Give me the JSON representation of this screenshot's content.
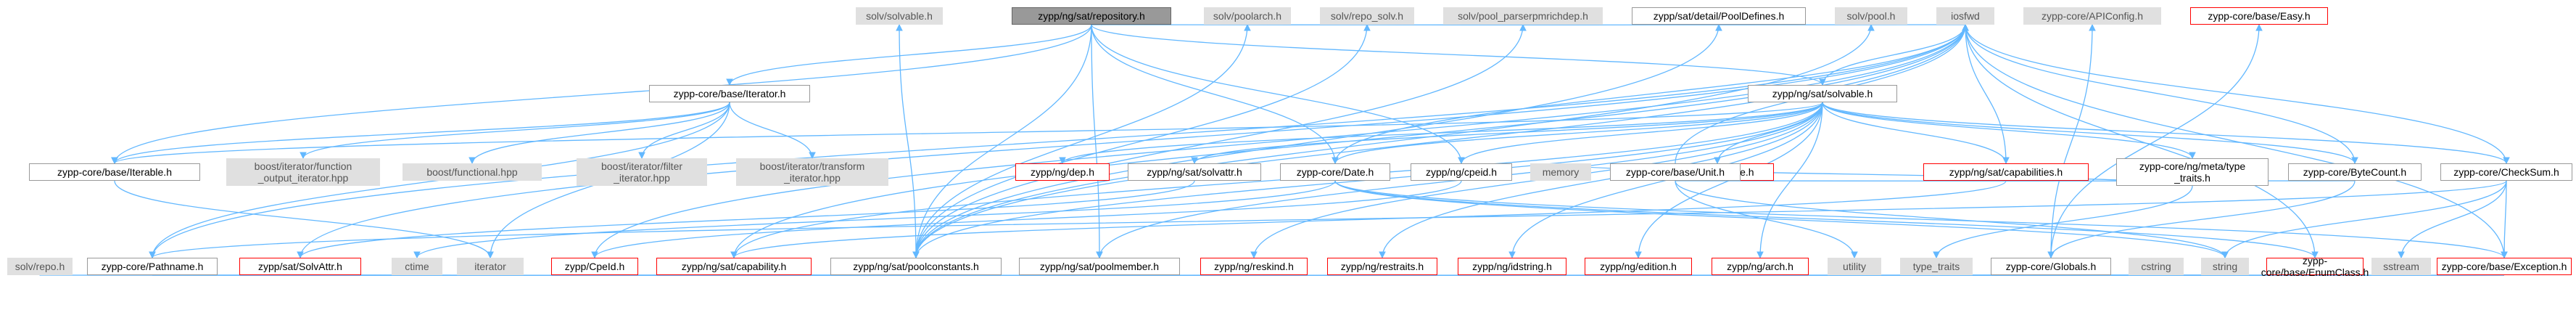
{
  "title": "zypp/ng/sat/repository.h",
  "nodes": [
    {
      "id": "root",
      "label": "zypp/ng/sat/repository.h",
      "kind": "root"
    },
    {
      "id": "iter",
      "label": "zypp-core/base/Iterator.h",
      "kind": "file"
    },
    {
      "id": "solv",
      "label": "zypp/ng/sat/solvable.h",
      "kind": "file"
    },
    {
      "id": "iterable",
      "label": "zypp-core/base/Iterable.h",
      "kind": "file"
    },
    {
      "id": "bif",
      "label": "boost/iterator/function\n_output_iterator.hpp",
      "kind": "ext"
    },
    {
      "id": "bfunc",
      "label": "boost/functional.hpp",
      "kind": "ext"
    },
    {
      "id": "bfilt",
      "label": "boost/iterator/filter\n_iterator.hpp",
      "kind": "ext"
    },
    {
      "id": "btrans",
      "label": "boost/iterator/transform\n_iterator.hpp",
      "kind": "ext"
    },
    {
      "id": "iterator",
      "label": "iterator",
      "kind": "ext"
    },
    {
      "id": "locale",
      "label": "zypp/ng/locale.h",
      "kind": "red"
    },
    {
      "id": "caps",
      "label": "zypp/ng/sat/capabilities.h",
      "kind": "red"
    },
    {
      "id": "metatype",
      "label": "zypp-core/ng/meta/type\n_traits.h",
      "kind": "file"
    },
    {
      "id": "bytecount",
      "label": "zypp-core/ByteCount.h",
      "kind": "file"
    },
    {
      "id": "checksum",
      "label": "zypp-core/CheckSum.h",
      "kind": "file"
    },
    {
      "id": "dep",
      "label": "zypp/ng/dep.h",
      "kind": "red"
    },
    {
      "id": "solvattr",
      "label": "zypp/ng/sat/solvattr.h",
      "kind": "file"
    },
    {
      "id": "date",
      "label": "zypp-core/Date.h",
      "kind": "file"
    },
    {
      "id": "cpeid",
      "label": "zypp/ng/cpeid.h",
      "kind": "file"
    },
    {
      "id": "memory",
      "label": "memory",
      "kind": "ext"
    },
    {
      "id": "unit",
      "label": "zypp-core/base/Unit.h",
      "kind": "file"
    },
    {
      "id": "sstream",
      "label": "sstream",
      "kind": "ext"
    },
    {
      "id": "exception",
      "label": "zypp-core/base/Exception.h",
      "kind": "red"
    },
    {
      "id": "pathname",
      "label": "zypp-core/Pathname.h",
      "kind": "file"
    },
    {
      "id": "satsolvattr",
      "label": "zypp/sat/SolvAttr.h",
      "kind": "red"
    },
    {
      "id": "ctime",
      "label": "ctime",
      "kind": "ext"
    },
    {
      "id": "cpeidh",
      "label": "zypp/CpeId.h",
      "kind": "red"
    },
    {
      "id": "capability",
      "label": "zypp/ng/sat/capability.h",
      "kind": "red"
    },
    {
      "id": "poolconst",
      "label": "zypp/ng/sat/poolconstants.h",
      "kind": "file"
    },
    {
      "id": "poolmember",
      "label": "zypp/ng/sat/poolmember.h",
      "kind": "file"
    },
    {
      "id": "reskind",
      "label": "zypp/ng/reskind.h",
      "kind": "red"
    },
    {
      "id": "restraits",
      "label": "zypp/ng/restraits.h",
      "kind": "red"
    },
    {
      "id": "idstring",
      "label": "zypp/ng/idstring.h",
      "kind": "red"
    },
    {
      "id": "edition",
      "label": "zypp/ng/edition.h",
      "kind": "red"
    },
    {
      "id": "arch",
      "label": "zypp/ng/arch.h",
      "kind": "red"
    },
    {
      "id": "utility",
      "label": "utility",
      "kind": "ext"
    },
    {
      "id": "typetraits",
      "label": "type_traits",
      "kind": "ext"
    },
    {
      "id": "globals",
      "label": "zypp-core/Globals.h",
      "kind": "file"
    },
    {
      "id": "cstring",
      "label": "cstring",
      "kind": "ext"
    },
    {
      "id": "string",
      "label": "string",
      "kind": "ext"
    },
    {
      "id": "enumclass",
      "label": "zypp-core/base/EnumClass.h",
      "kind": "red"
    },
    {
      "id": "solvrepo",
      "label": "solv/repo.h",
      "kind": "ext"
    },
    {
      "id": "solvsolvable",
      "label": "solv/solvable.h",
      "kind": "ext"
    },
    {
      "id": "poolarch",
      "label": "solv/poolarch.h",
      "kind": "ext"
    },
    {
      "id": "reposolv",
      "label": "solv/repo_solv.h",
      "kind": "ext"
    },
    {
      "id": "poolparser",
      "label": "solv/pool_parserpmrichdep.h",
      "kind": "ext"
    },
    {
      "id": "pooldefines",
      "label": "zypp/sat/detail/PoolDefines.h",
      "kind": "file"
    },
    {
      "id": "solvpool",
      "label": "solv/pool.h",
      "kind": "ext"
    },
    {
      "id": "iosfwd",
      "label": "iosfwd",
      "kind": "ext"
    },
    {
      "id": "apiconfig",
      "label": "zypp-core/APIConfig.h",
      "kind": "ext"
    },
    {
      "id": "easy",
      "label": "zypp-core/base/Easy.h",
      "kind": "red"
    }
  ],
  "edges": [
    [
      "root",
      "iter"
    ],
    [
      "root",
      "solv"
    ],
    [
      "root",
      "iterable"
    ],
    [
      "root",
      "poolconst"
    ],
    [
      "root",
      "poolmember"
    ],
    [
      "root",
      "date"
    ],
    [
      "root",
      "cpeid"
    ],
    [
      "root",
      "iosfwd"
    ],
    [
      "iter",
      "iterable"
    ],
    [
      "iter",
      "bif"
    ],
    [
      "iter",
      "bfunc"
    ],
    [
      "iter",
      "bfilt"
    ],
    [
      "iter",
      "btrans"
    ],
    [
      "iter",
      "iterator"
    ],
    [
      "iter",
      "pathname"
    ],
    [
      "iterable",
      "iterator"
    ],
    [
      "solv",
      "iterable"
    ],
    [
      "solv",
      "locale"
    ],
    [
      "solv",
      "caps"
    ],
    [
      "solv",
      "metatype"
    ],
    [
      "solv",
      "bytecount"
    ],
    [
      "solv",
      "checksum"
    ],
    [
      "solv",
      "dep"
    ],
    [
      "solv",
      "solvattr"
    ],
    [
      "solv",
      "date"
    ],
    [
      "solv",
      "cpeid"
    ],
    [
      "solv",
      "capability"
    ],
    [
      "solv",
      "poolconst"
    ],
    [
      "solv",
      "poolmember"
    ],
    [
      "solv",
      "reskind"
    ],
    [
      "solv",
      "restraits"
    ],
    [
      "solv",
      "idstring"
    ],
    [
      "solv",
      "edition"
    ],
    [
      "solv",
      "arch"
    ],
    [
      "solv",
      "iosfwd"
    ],
    [
      "caps",
      "capability"
    ],
    [
      "caps",
      "iosfwd"
    ],
    [
      "metatype",
      "memory"
    ],
    [
      "metatype",
      "typetraits"
    ],
    [
      "bytecount",
      "unit"
    ],
    [
      "bytecount",
      "iosfwd"
    ],
    [
      "bytecount",
      "globals"
    ],
    [
      "unit",
      "utility"
    ],
    [
      "unit",
      "string"
    ],
    [
      "unit",
      "iosfwd"
    ],
    [
      "checksum",
      "sstream"
    ],
    [
      "checksum",
      "exception"
    ],
    [
      "checksum",
      "pathname"
    ],
    [
      "checksum",
      "iosfwd"
    ],
    [
      "checksum",
      "string"
    ],
    [
      "solvattr",
      "satsolvattr"
    ],
    [
      "satsolvattr",
      "string"
    ],
    [
      "satsolvattr",
      "iosfwd"
    ],
    [
      "date",
      "ctime"
    ],
    [
      "date",
      "iosfwd"
    ],
    [
      "date",
      "exception"
    ],
    [
      "date",
      "string"
    ],
    [
      "date",
      "enumclass"
    ],
    [
      "cpeid",
      "cpeidh"
    ],
    [
      "cpeidh",
      "string"
    ],
    [
      "cpeidh",
      "iosfwd"
    ],
    [
      "cpeidh",
      "enumclass"
    ],
    [
      "cpeidh",
      "globals"
    ],
    [
      "exception",
      "iosfwd"
    ],
    [
      "exception",
      "string"
    ],
    [
      "exception",
      "typetraits"
    ],
    [
      "exception",
      "globals"
    ],
    [
      "pathname",
      "cstring"
    ],
    [
      "pathname",
      "string"
    ],
    [
      "pathname",
      "iosfwd"
    ],
    [
      "pathname",
      "globals"
    ],
    [
      "enumclass",
      "iosfwd"
    ],
    [
      "capability",
      "poolconst"
    ],
    [
      "capability",
      "poolmember"
    ],
    [
      "capability",
      "reskind"
    ],
    [
      "capability",
      "restraits"
    ],
    [
      "capability",
      "idstring"
    ],
    [
      "capability",
      "edition"
    ],
    [
      "capability",
      "arch"
    ],
    [
      "capability",
      "iosfwd"
    ],
    [
      "capability",
      "utility"
    ],
    [
      "poolconst",
      "solvrepo"
    ],
    [
      "poolconst",
      "solvsolvable"
    ],
    [
      "poolconst",
      "poolarch"
    ],
    [
      "poolconst",
      "reposolv"
    ],
    [
      "poolconst",
      "poolparser"
    ],
    [
      "poolconst",
      "pooldefines"
    ],
    [
      "poolconst",
      "solvpool"
    ],
    [
      "poolconst",
      "iosfwd"
    ],
    [
      "globals",
      "apiconfig"
    ],
    [
      "globals",
      "easy"
    ]
  ],
  "colors": {
    "edge": "#63b8ff",
    "root_fill": "#999999",
    "ext_fill": "#e0e0e0",
    "missing_border": "#ff0000",
    "border": "#999999"
  }
}
